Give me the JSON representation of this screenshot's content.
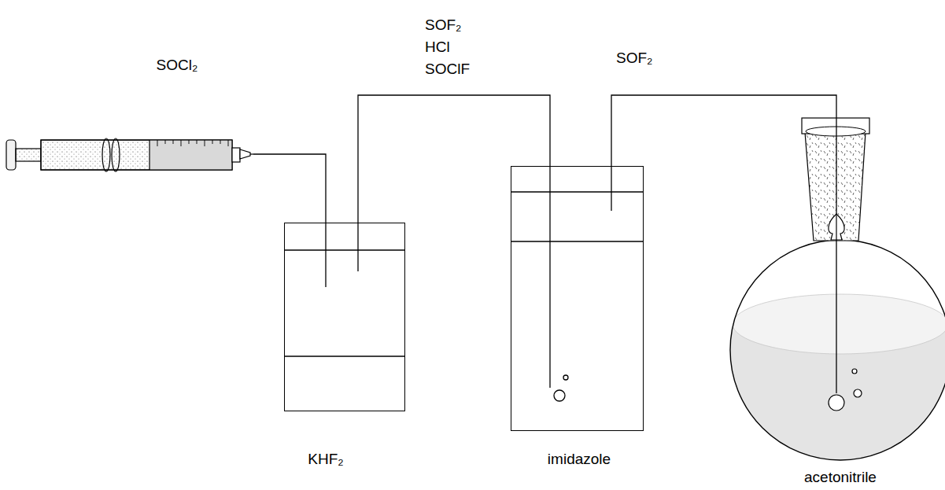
{
  "diagram": {
    "nodes": [
      {
        "text": [
          "SOCl₂"
        ]
      },
      {
        "text": [
          "KHF₂"
        ]
      },
      {
        "text": [
          "imidazole"
        ]
      },
      {
        "text": [
          "acetonitrile"
        ]
      }
    ],
    "edges": [
      {
        "from": 0,
        "to": 1,
        "arrow": "none"
      },
      {
        "from": 1,
        "to": 2,
        "arrow": "none",
        "label": "SOF₂ HCl SOClF"
      },
      {
        "from": 2,
        "to": 3,
        "arrow": "none",
        "label": "SOF₂"
      }
    ]
  }
}
